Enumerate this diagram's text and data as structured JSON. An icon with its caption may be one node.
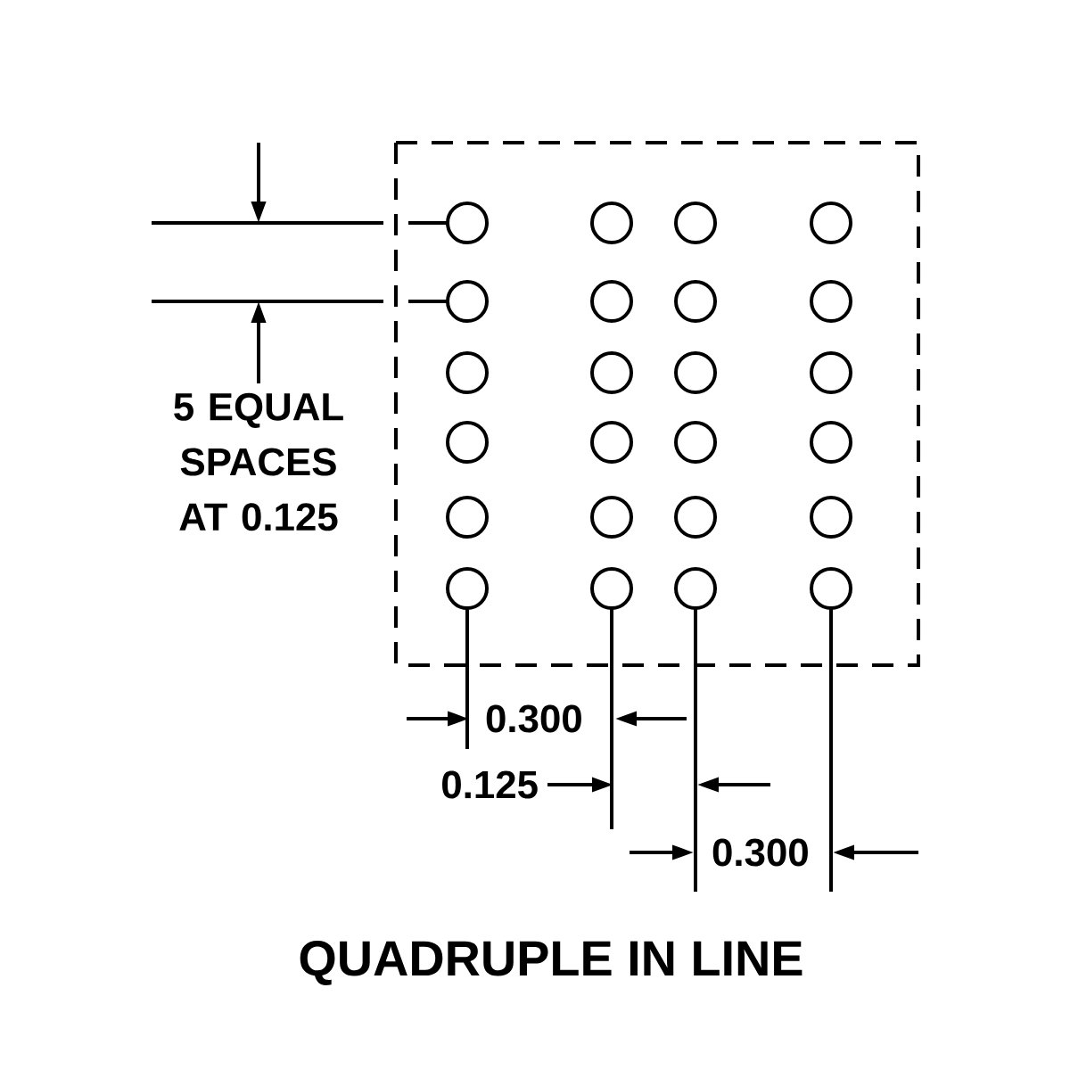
{
  "diagram": {
    "caption": "QUADRUPLE IN LINE",
    "labels": [
      "5 EQUAL SPACES AT 0.125",
      "0.300",
      "0.125",
      "0.300"
    ]
  }
}
